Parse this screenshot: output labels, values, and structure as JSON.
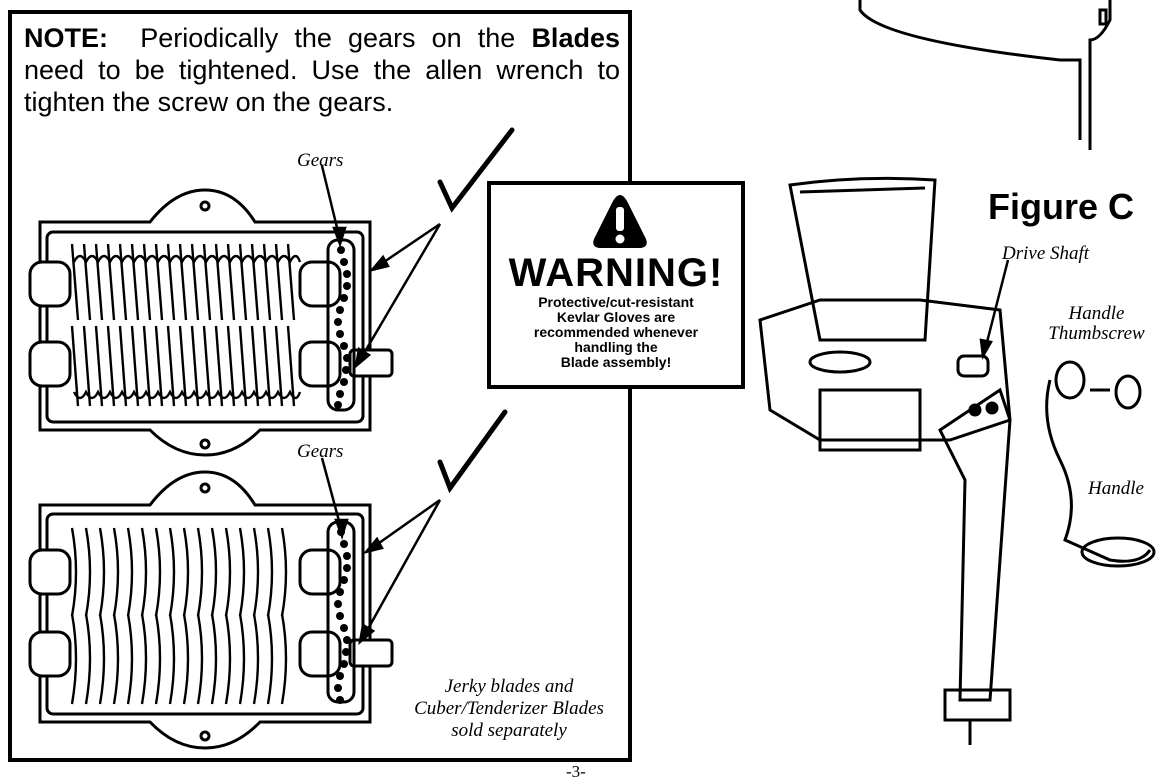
{
  "note": {
    "label": "NOTE:",
    "text_part1": "Periodically the gears on the",
    "blades_word": "Blades",
    "text_part2": "need to be tightened.  Use the allen wrench to tighten the screw on the gears."
  },
  "labels": {
    "gears_top": "Gears",
    "gears_bottom": "Gears",
    "drive_shaft": "Drive Shaft",
    "handle_thumbscrew_line1": "Handle",
    "handle_thumbscrew_line2": "Thumbscrew",
    "handle": "Handle",
    "separately_line1": "Jerky blades and",
    "separately_line2": "Cuber/Tenderizer Blades",
    "separately_line3": "sold separately"
  },
  "warning": {
    "title": "WARNING!",
    "line1": "Protective/cut-resistant",
    "line2": "Kevlar Gloves are",
    "line3": "recommended whenever",
    "line4": "handling the",
    "line5": "Blade assembly!"
  },
  "figure": {
    "title": "Figure C"
  },
  "page": {
    "number": "-3-"
  },
  "colors": {
    "ink": "#000000",
    "paper": "#ffffff"
  }
}
